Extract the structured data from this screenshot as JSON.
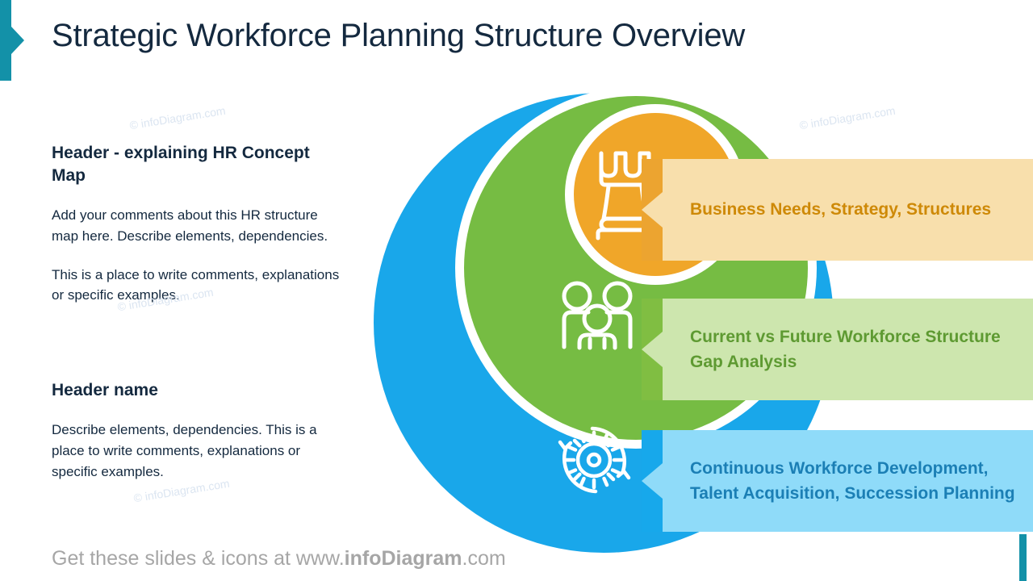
{
  "title": "Strategic Workforce Planning Structure Overview",
  "accent_color": "#1391a8",
  "text_blocks": [
    {
      "heading": "Header - explaining HR Concept Map",
      "paragraphs": [
        "Add your comments about this HR structure map here. Describe elements, dependencies.",
        "This is a place to write comments, explanations or specific examples."
      ]
    },
    {
      "heading": "Header name",
      "paragraphs": [
        "Describe elements, dependencies. This is a place to write comments, explanations or specific examples."
      ]
    }
  ],
  "diagram": {
    "rings": [
      {
        "name": "outer-blue-circle",
        "color": "#19A7EA"
      },
      {
        "name": "middle-green-circle",
        "color": "#76BC43"
      },
      {
        "name": "inner-orange-circle",
        "color": "#F0A629"
      }
    ],
    "items": [
      {
        "icon": "chess-rook-icon",
        "label": "Business Needs, Strategy, Structures",
        "circle_color": "#F0A629",
        "box_color": "#F8DFAC",
        "tab_color": "#ECA430",
        "text_color": "#CE8907"
      },
      {
        "icon": "people-group-icon",
        "label": "Current vs Future Workforce Structure Gap Analysis",
        "circle_color": "#76BC43",
        "box_color": "#CDE6AE",
        "tab_color": "#80BE42",
        "text_color": "#5E9A32"
      },
      {
        "icon": "gear-refresh-icon",
        "label": "Continuous Workforce Development, Talent Acquisition, Succession Planning",
        "circle_color": "#19A7EA",
        "box_color": "#8FDBF9",
        "tab_color": "#17A8EB",
        "text_color": "#1B7FB5"
      }
    ]
  },
  "footer": {
    "prefix": "Get these slides & icons at www.",
    "brand": "infoDiagram",
    "suffix": ".com"
  },
  "watermark": "© infoDiagram.com"
}
